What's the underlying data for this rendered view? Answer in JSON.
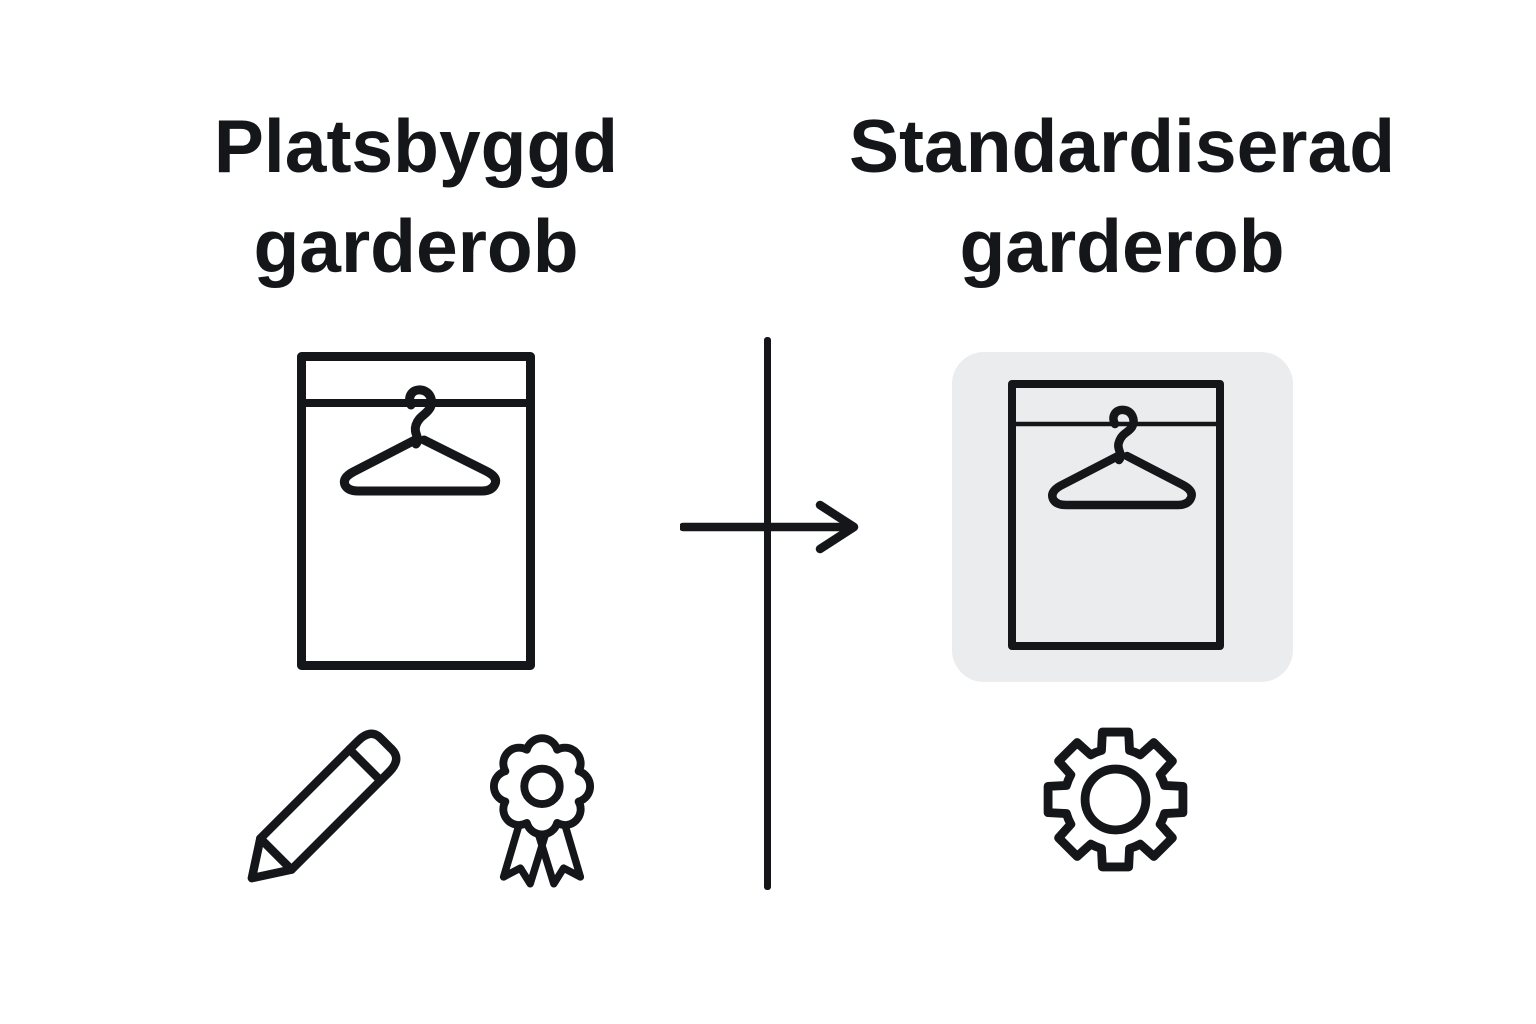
{
  "theme": {
    "background": "#ffffff",
    "ink": "#141619",
    "panel": "#ebecee"
  },
  "left_column": {
    "title_line1": "Platsbyggd",
    "title_line2": "garderob",
    "main_icon": "wardrobe-with-hanger-icon",
    "detail_icons": [
      "pencil-icon",
      "award-ribbon-icon"
    ]
  },
  "divider": {
    "line": "vertical-divider-line",
    "icon": "arrow-right-icon"
  },
  "right_column": {
    "title_line1": "Standardiserad",
    "title_line2": "garderob",
    "main_icon": "wardrobe-with-hanger-icon",
    "detail_icons": [
      "gear-icon"
    ]
  }
}
